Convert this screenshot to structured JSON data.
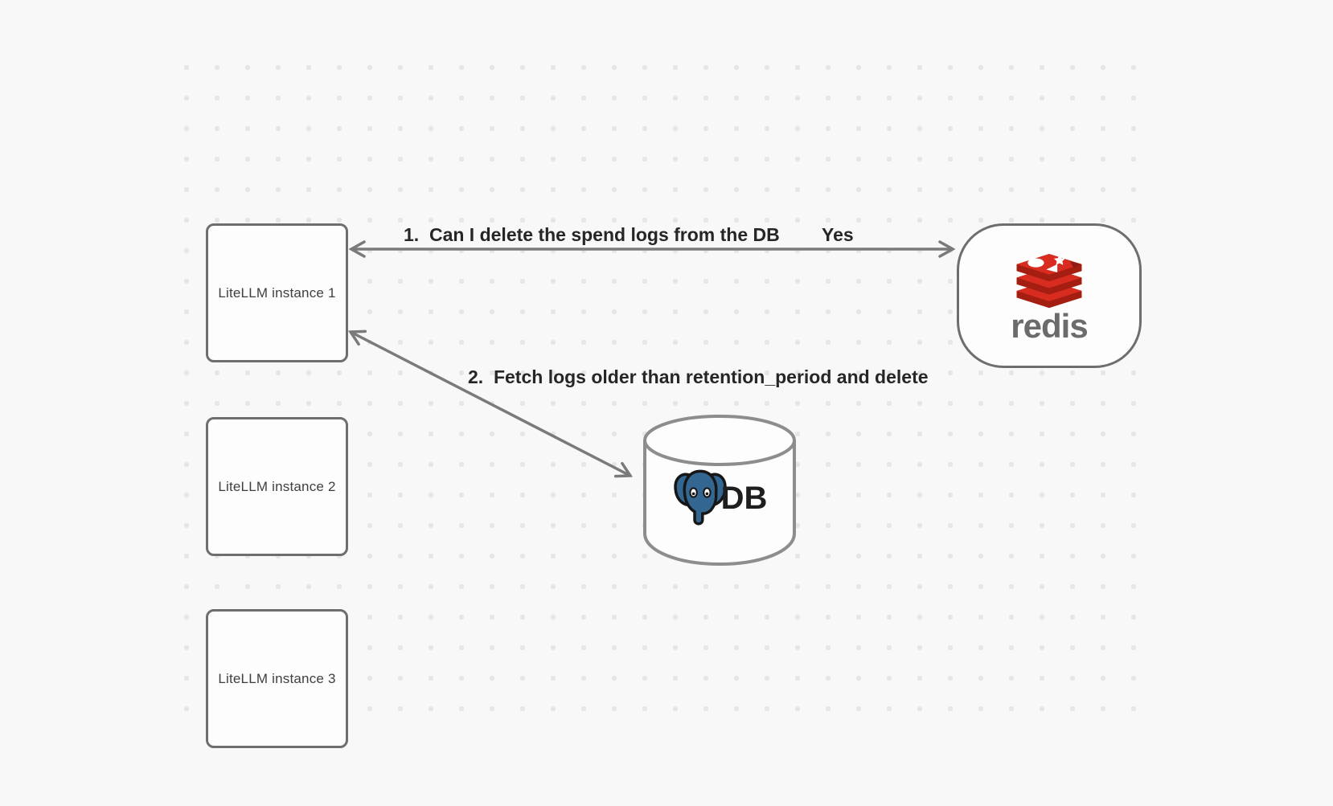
{
  "canvas": {
    "background": "#f8f8f8",
    "dot_color": "#e6e6e6"
  },
  "nodes": {
    "instances": [
      {
        "label": "LiteLLM instance 1"
      },
      {
        "label": "LiteLLM instance 2"
      },
      {
        "label": "LiteLLM instance 3"
      }
    ],
    "redis": {
      "wordmark": "redis",
      "logo_icon": "redis-stack-icon",
      "brand_red": "#d82c20",
      "brand_dark_red": "#a41e11",
      "wordmark_color": "#6c6b6b"
    },
    "db": {
      "label": "DB",
      "logo_icon": "postgresql-elephant-icon",
      "postgres_blue": "#336791"
    }
  },
  "edges": {
    "arrow_color": "#7a7a7a",
    "redis_query": {
      "label": "1.  Can I delete the spend logs from the DB",
      "response": "Yes"
    },
    "db_action": {
      "label": "2.  Fetch logs older than retention_period and delete"
    }
  }
}
